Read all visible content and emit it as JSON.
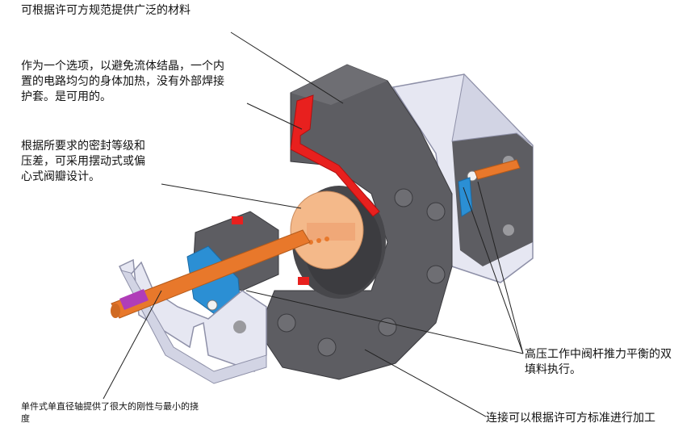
{
  "callouts": {
    "materials": "可根据许可方规范提供广泛的材料",
    "heating": "作为一个选项，以避免流体结晶，一个内\n置的电路均匀的身体加热，没有外部焊接\n护套。是可用的。",
    "seal": "根据所要求的密封等级和\n压差，可采用摆动式或偏\n心式阀瓣设计。",
    "packing": "高压工作中阀杆推力平衡的双\n填料执行。",
    "shaft": "单件式单直径轴提供了很大的刚性与最小的挠\n度",
    "connection": "连接可以根据许可方标准进行加工"
  },
  "colors": {
    "body": "#5d5d62",
    "body_dark": "#47474b",
    "bracket": "#e6e7f2",
    "heating_channel": "#e8201e",
    "disc": "#f4b98a",
    "shaft": "#e8782b",
    "blue_part": "#2b8fd4",
    "shaft_tip": "#b03db8"
  }
}
